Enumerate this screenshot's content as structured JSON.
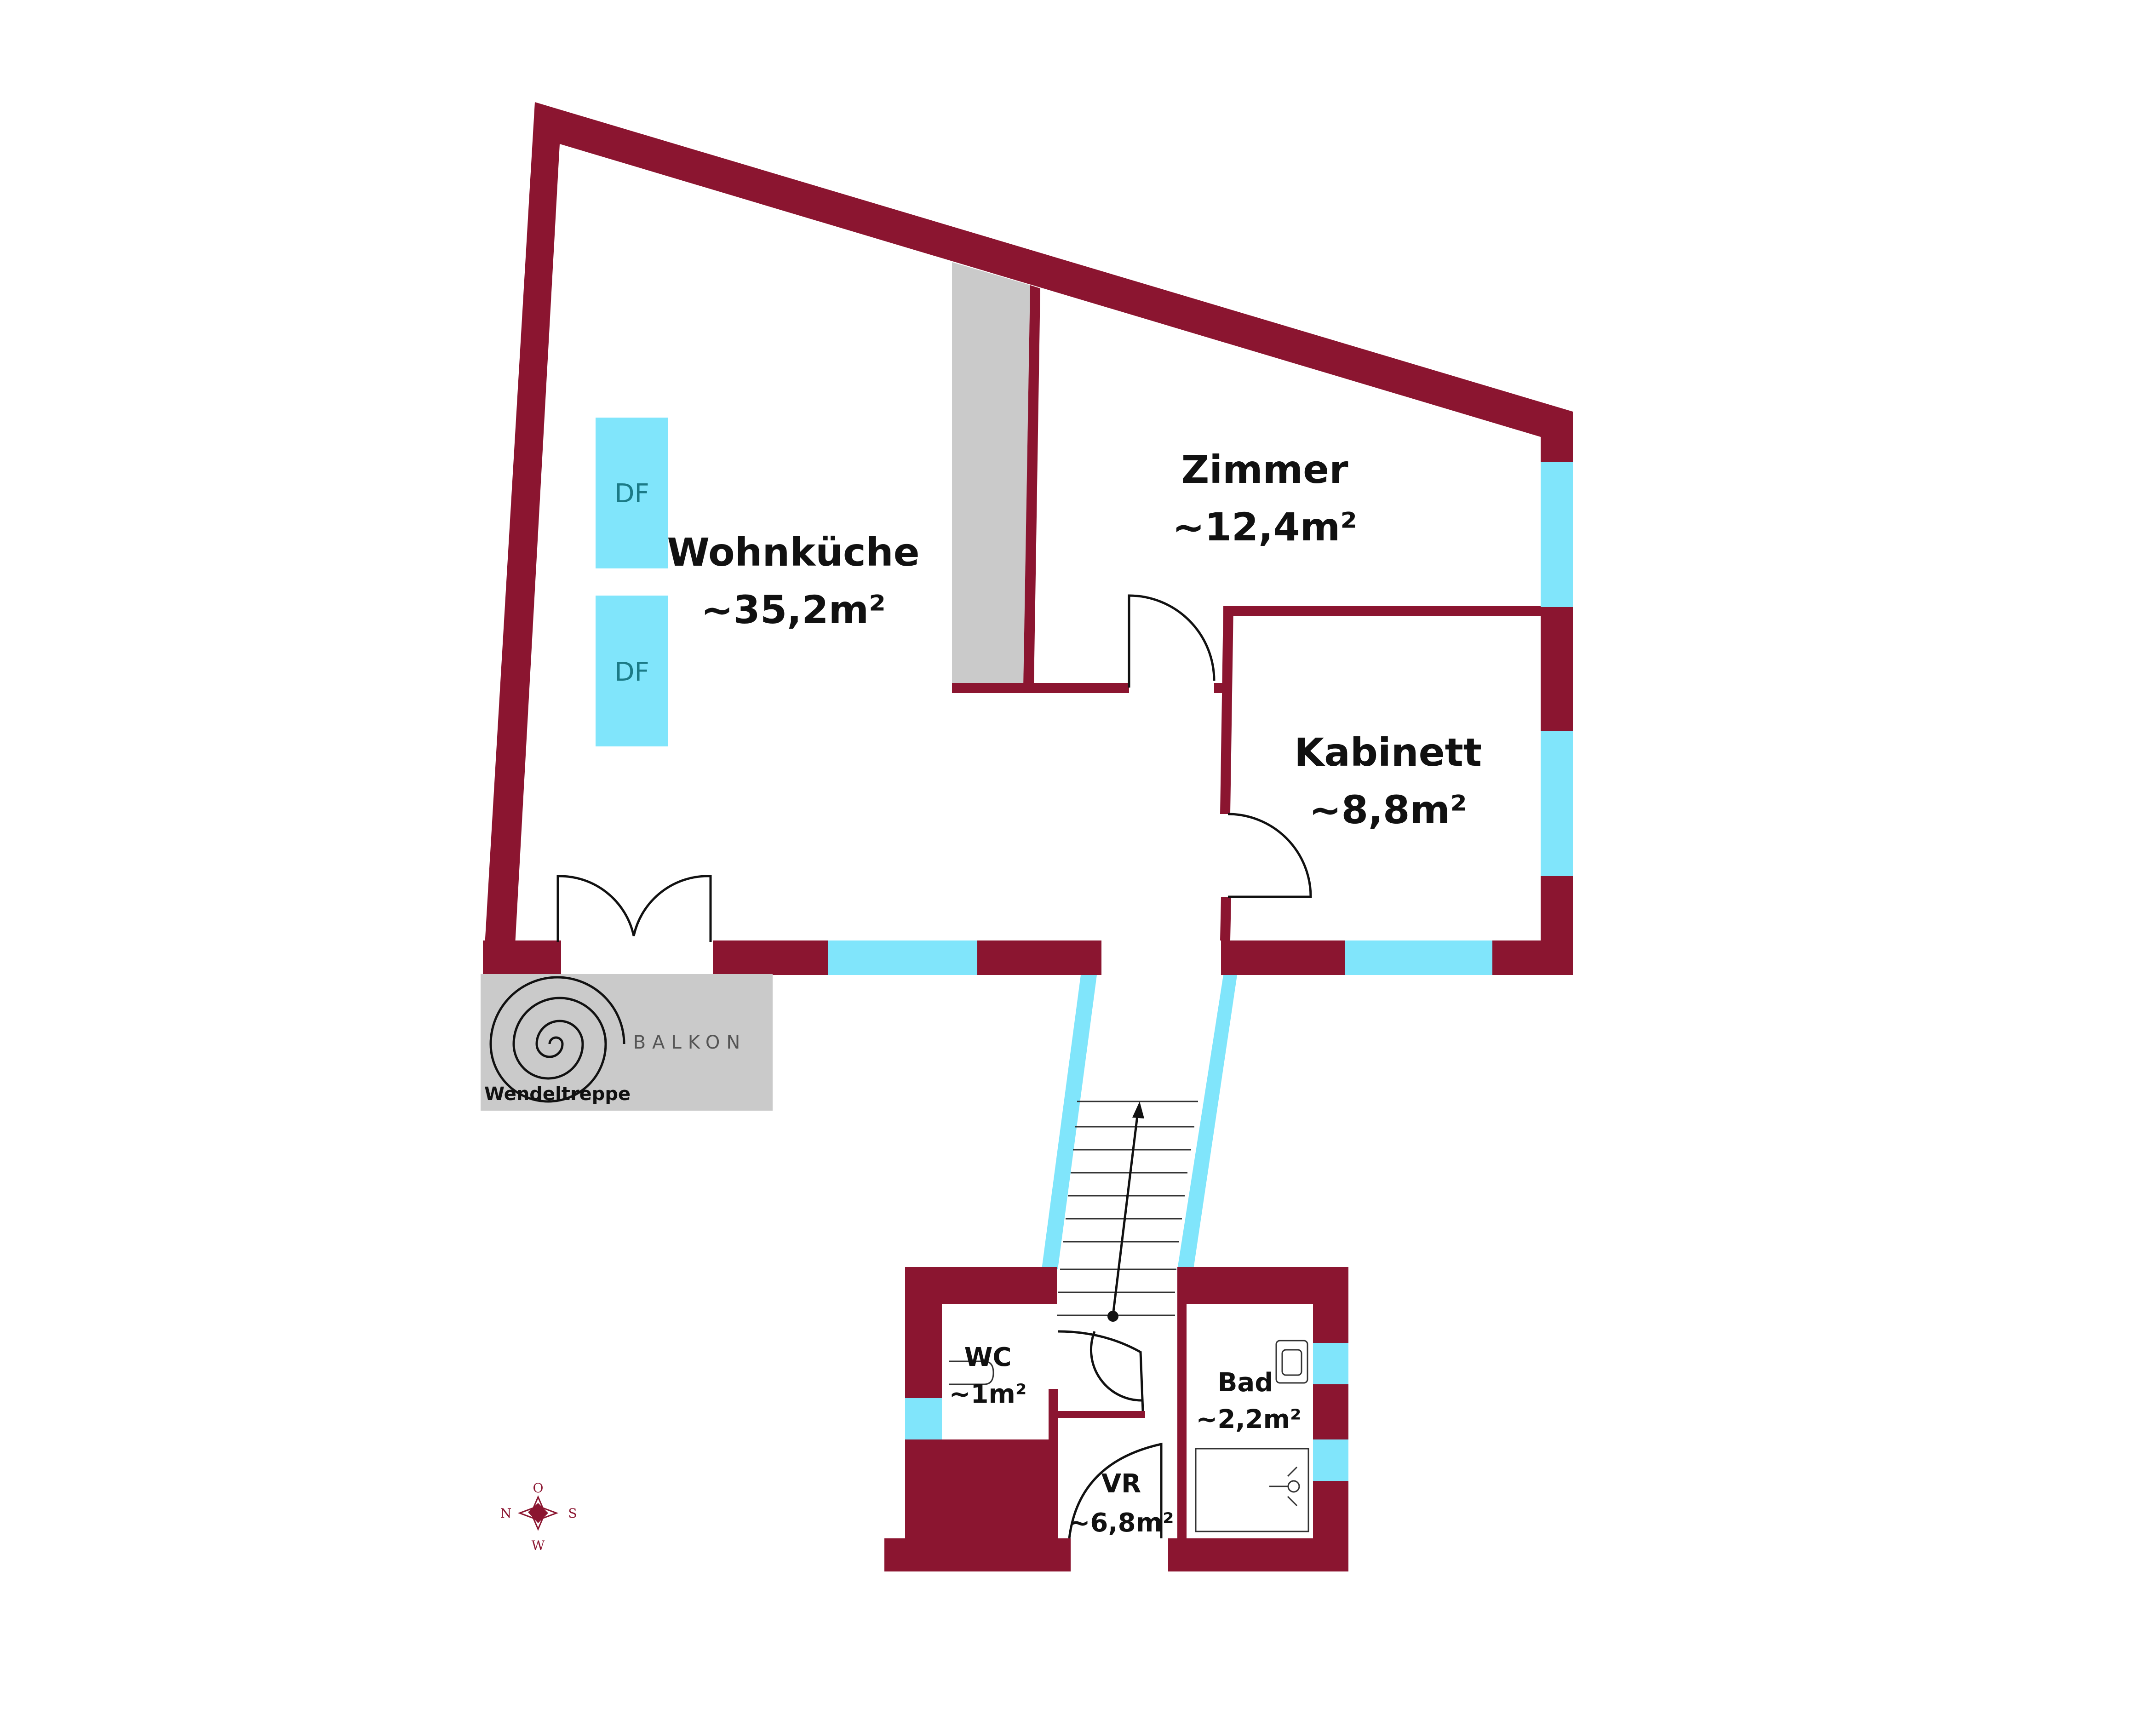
{
  "colors": {
    "wall": "#8b1530",
    "window": "#80e5fb",
    "gray": "#cacaca",
    "df_text": "#1b7a86"
  },
  "rooms": {
    "wohnkueche": {
      "name": "Wohnküche",
      "area": "~35,2m²"
    },
    "zimmer": {
      "name": "Zimmer",
      "area": "~12,4m²"
    },
    "kabinett": {
      "name": "Kabinett",
      "area": "~8,8m²"
    },
    "wc": {
      "name": "WC",
      "area": "~1m²"
    },
    "bad": {
      "name": "Bad",
      "area": "~2,2m²"
    },
    "vr": {
      "name": "VR",
      "area": "~6,8m²"
    }
  },
  "skylights": [
    "DF",
    "DF"
  ],
  "balkon": "BALKON",
  "spiral_stair": "Wendeltreppe",
  "compass": {
    "north": "N",
    "east": "O",
    "south": "S",
    "west": "W"
  }
}
